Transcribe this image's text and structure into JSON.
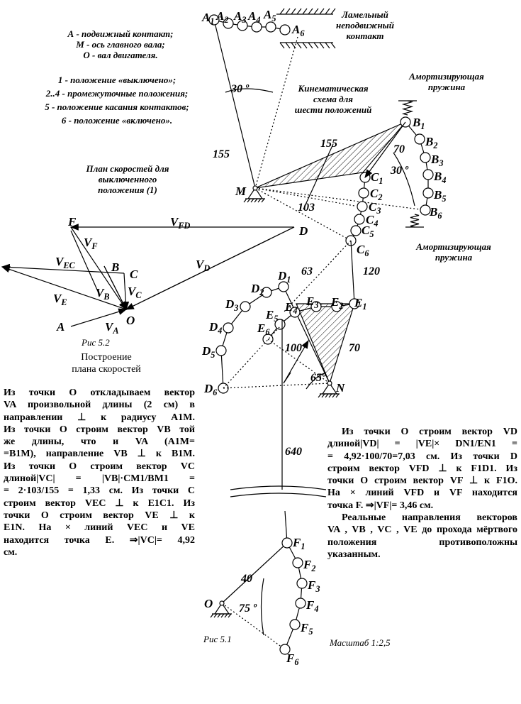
{
  "legend": {
    "lines": [
      "А - подвижный контакт;",
      "М - ось главного вала;",
      "О - вал двигателя."
    ],
    "positions": [
      "1 - положение «выключено»;",
      "2..4 - промежуточные положения;",
      "5 - положение касания контактов;",
      "6 - положение «включено»."
    ]
  },
  "notes": {
    "lamellar": [
      "Ламельный",
      "неподвижный",
      "контакт"
    ],
    "kinematic": [
      "Кинематическая",
      "схема для",
      "шести положений"
    ],
    "spring_top": [
      "Амортизирующая",
      "пружина"
    ],
    "spring_bottom": [
      "Амортизирующая",
      "пружина"
    ],
    "velocity_plan": [
      "План скоростей для",
      "выключенного",
      "положения (1)"
    ]
  },
  "captions": {
    "fig52": "Рис 5.2",
    "fig52_title": [
      "Построение",
      "плана скоростей"
    ],
    "fig51": "Рис 5.1",
    "scale": "Масштаб 1:2,5"
  },
  "dimensions": {
    "angle_30_top": "30 º",
    "angle_30_right": "30 º",
    "angle_65": "65º",
    "angle_75": "75 º",
    "l155_left": "155",
    "l155_top": "155",
    "l70_b": "70",
    "l103": "103",
    "l63": "63",
    "l120": "120",
    "l100": "100",
    "l70_e": "70",
    "l640": "640",
    "l40": "40"
  },
  "points": {
    "A": {
      "letter": "A",
      "subs": [
        "1",
        "2",
        "3",
        "4",
        "5",
        "6"
      ]
    },
    "B": {
      "letter": "B",
      "subs": [
        "1",
        "2",
        "3",
        "4",
        "5",
        "6"
      ]
    },
    "C": {
      "letter": "C",
      "subs": [
        "1",
        "2",
        "3",
        "4",
        "5",
        "6"
      ]
    },
    "D": {
      "letter": "D",
      "subs": [
        "1",
        "2",
        "3",
        "4",
        "5",
        "6"
      ]
    },
    "E": {
      "letter": "E",
      "subs": [
        "1",
        "2",
        "3",
        "4",
        "5",
        "6"
      ]
    },
    "F": {
      "letter": "F",
      "subs": [
        "1",
        "2",
        "3",
        "4",
        "5",
        "6"
      ]
    },
    "M": "M",
    "N": "N",
    "O": "O"
  },
  "plan": {
    "F": "F",
    "D": "D",
    "B": "B",
    "C": "C",
    "O": "O",
    "A": "A",
    "VFD": "V",
    "VFD_sub": "FD",
    "VF": "V",
    "VF_sub": "F",
    "VD": "V",
    "VD_sub": "D",
    "VEC": "V",
    "VEC_sub": "EC",
    "VE": "V",
    "VE_sub": "E",
    "VB": "V",
    "VB_sub": "B",
    "VC": "V",
    "VC_sub": "C",
    "VA": "V",
    "VA_sub": "A"
  },
  "text_left": [
    "Из точки O откладываем вектор",
    "VA произвольной длины (2 см) в",
    "направлении ⊥ к радиусу A1M.",
    "Из точки O строим вектор VB той",
    "же длины, что и VA (A1M=",
    "=B1M), направление VB ⊥ к B1M.",
    "Из точки O строим вектор VC",
    "длиной|VC| = |VB|·CM1/BM1 =",
    "= 2·103/155 = 1,33 см. Из точки C",
    "строим вектор VEC ⊥ к E1C1. Из",
    "точки O строим вектор VE ⊥ к",
    "E1N. На × линий VEC и VE",
    "находится точка E. ⇒|VC|= 4,92",
    "см."
  ],
  "text_right": [
    "Из точки O строим вектор VD",
    "длиной|VD| = |VE|× DN1/EN1 =",
    "= 4,92·100/70=7,03 см. Из точки D",
    "строим вектор VFD ⊥ к F1D1. Из",
    "точки O строим вектор VF ⊥ к F1O.",
    "На × линий VFD и VF находится",
    "точка F. ⇒|VF|= 3,46 см.",
    "Реальные направления векторов",
    "VA , VB , VC , VE до прохода мёртвого",
    "положения противоположны",
    "указанным."
  ]
}
